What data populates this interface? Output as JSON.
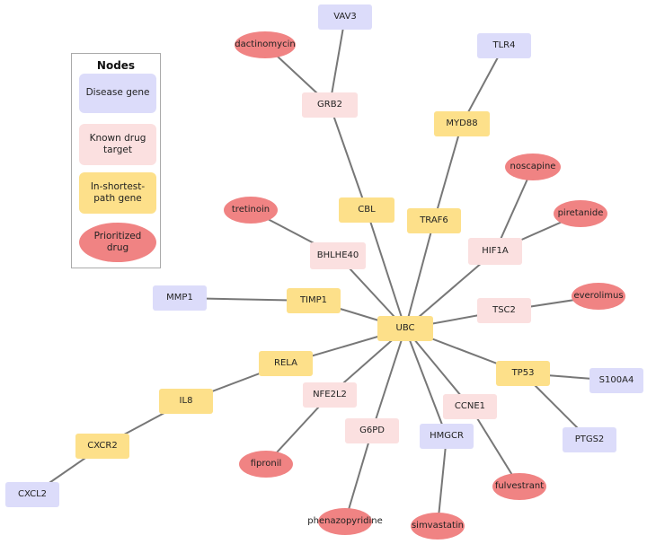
{
  "legend": {
    "title": "Nodes",
    "items": [
      {
        "label": "Disease gene",
        "shape": "rect",
        "color": "#dcdcfa"
      },
      {
        "label": "Known drug target",
        "shape": "rect",
        "color": "#fbe0e0"
      },
      {
        "label": "In-shortest-path gene",
        "shape": "rect",
        "color": "#fde08a"
      },
      {
        "label": "Prioritized drug",
        "shape": "ellipse",
        "color": "#f08383"
      }
    ]
  },
  "colors": {
    "disease_gene": "#dcdcfa",
    "drug_target": "#fbe0e0",
    "path_gene": "#fde08a",
    "drug": "#f08383",
    "edge": "#777777"
  },
  "nodes": [
    {
      "id": "UBC",
      "label": "UBC",
      "type": "path_gene"
    },
    {
      "id": "VAV3",
      "label": "VAV3",
      "type": "disease_gene"
    },
    {
      "id": "dactinomycin",
      "label": "dactinomycin",
      "type": "drug"
    },
    {
      "id": "GRB2",
      "label": "GRB2",
      "type": "drug_target"
    },
    {
      "id": "TLR4",
      "label": "TLR4",
      "type": "disease_gene"
    },
    {
      "id": "MYD88",
      "label": "MYD88",
      "type": "path_gene"
    },
    {
      "id": "noscapine",
      "label": "noscapine",
      "type": "drug"
    },
    {
      "id": "piretanide",
      "label": "piretanide",
      "type": "drug"
    },
    {
      "id": "HIF1A",
      "label": "HIF1A",
      "type": "drug_target"
    },
    {
      "id": "CBL",
      "label": "CBL",
      "type": "path_gene"
    },
    {
      "id": "TRAF6",
      "label": "TRAF6",
      "type": "path_gene"
    },
    {
      "id": "tretinoin",
      "label": "tretinoin",
      "type": "drug"
    },
    {
      "id": "BHLHE40",
      "label": "BHLHE40",
      "type": "drug_target"
    },
    {
      "id": "everolimus",
      "label": "everolimus",
      "type": "drug"
    },
    {
      "id": "TSC2",
      "label": "TSC2",
      "type": "drug_target"
    },
    {
      "id": "MMP1",
      "label": "MMP1",
      "type": "disease_gene"
    },
    {
      "id": "TIMP1",
      "label": "TIMP1",
      "type": "path_gene"
    },
    {
      "id": "RELA",
      "label": "RELA",
      "type": "path_gene"
    },
    {
      "id": "TP53",
      "label": "TP53",
      "type": "path_gene"
    },
    {
      "id": "S100A4",
      "label": "S100A4",
      "type": "disease_gene"
    },
    {
      "id": "IL8",
      "label": "IL8",
      "type": "path_gene"
    },
    {
      "id": "NFE2L2",
      "label": "NFE2L2",
      "type": "drug_target"
    },
    {
      "id": "CCNE1",
      "label": "CCNE1",
      "type": "drug_target"
    },
    {
      "id": "G6PD",
      "label": "G6PD",
      "type": "drug_target"
    },
    {
      "id": "HMGCR",
      "label": "HMGCR",
      "type": "disease_gene"
    },
    {
      "id": "PTGS2",
      "label": "PTGS2",
      "type": "disease_gene"
    },
    {
      "id": "CXCR2",
      "label": "CXCR2",
      "type": "path_gene"
    },
    {
      "id": "fipronil",
      "label": "fipronil",
      "type": "drug"
    },
    {
      "id": "fulvestrant",
      "label": "fulvestrant",
      "type": "drug"
    },
    {
      "id": "CXCL2",
      "label": "CXCL2",
      "type": "disease_gene"
    },
    {
      "id": "phenazopyridine",
      "label": "phenazopyridine",
      "type": "drug"
    },
    {
      "id": "simvastatin",
      "label": "simvastatin",
      "type": "drug"
    }
  ],
  "edges": [
    [
      "GRB2",
      "VAV3"
    ],
    [
      "GRB2",
      "dactinomycin"
    ],
    [
      "GRB2",
      "CBL"
    ],
    [
      "CBL",
      "UBC"
    ],
    [
      "TLR4",
      "MYD88"
    ],
    [
      "MYD88",
      "TRAF6"
    ],
    [
      "TRAF6",
      "UBC"
    ],
    [
      "HIF1A",
      "noscapine"
    ],
    [
      "HIF1A",
      "piretanide"
    ],
    [
      "HIF1A",
      "UBC"
    ],
    [
      "tretinoin",
      "BHLHE40"
    ],
    [
      "BHLHE40",
      "UBC"
    ],
    [
      "TSC2",
      "everolimus"
    ],
    [
      "TSC2",
      "UBC"
    ],
    [
      "MMP1",
      "TIMP1"
    ],
    [
      "TIMP1",
      "UBC"
    ],
    [
      "UBC",
      "RELA"
    ],
    [
      "RELA",
      "IL8"
    ],
    [
      "IL8",
      "CXCR2"
    ],
    [
      "CXCR2",
      "CXCL2"
    ],
    [
      "UBC",
      "TP53"
    ],
    [
      "TP53",
      "S100A4"
    ],
    [
      "TP53",
      "PTGS2"
    ],
    [
      "UBC",
      "NFE2L2"
    ],
    [
      "NFE2L2",
      "fipronil"
    ],
    [
      "UBC",
      "CCNE1"
    ],
    [
      "CCNE1",
      "fulvestrant"
    ],
    [
      "UBC",
      "G6PD"
    ],
    [
      "G6PD",
      "phenazopyridine"
    ],
    [
      "UBC",
      "HMGCR"
    ],
    [
      "HMGCR",
      "simvastatin"
    ]
  ]
}
